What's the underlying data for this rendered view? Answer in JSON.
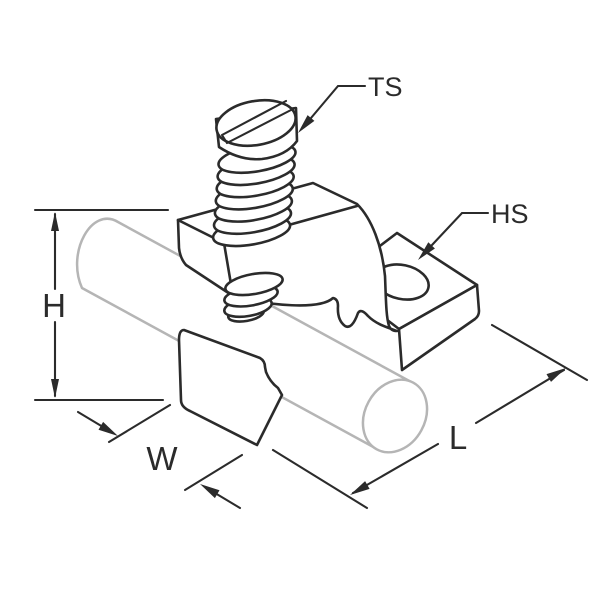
{
  "diagram": {
    "labels": {
      "top_screw": "TS",
      "hole": "HS",
      "height": "H",
      "width": "W",
      "length": "L"
    },
    "colors": {
      "line": "#2b2b2b",
      "pipe": "#b5b5b5",
      "background": "#ffffff"
    }
  }
}
